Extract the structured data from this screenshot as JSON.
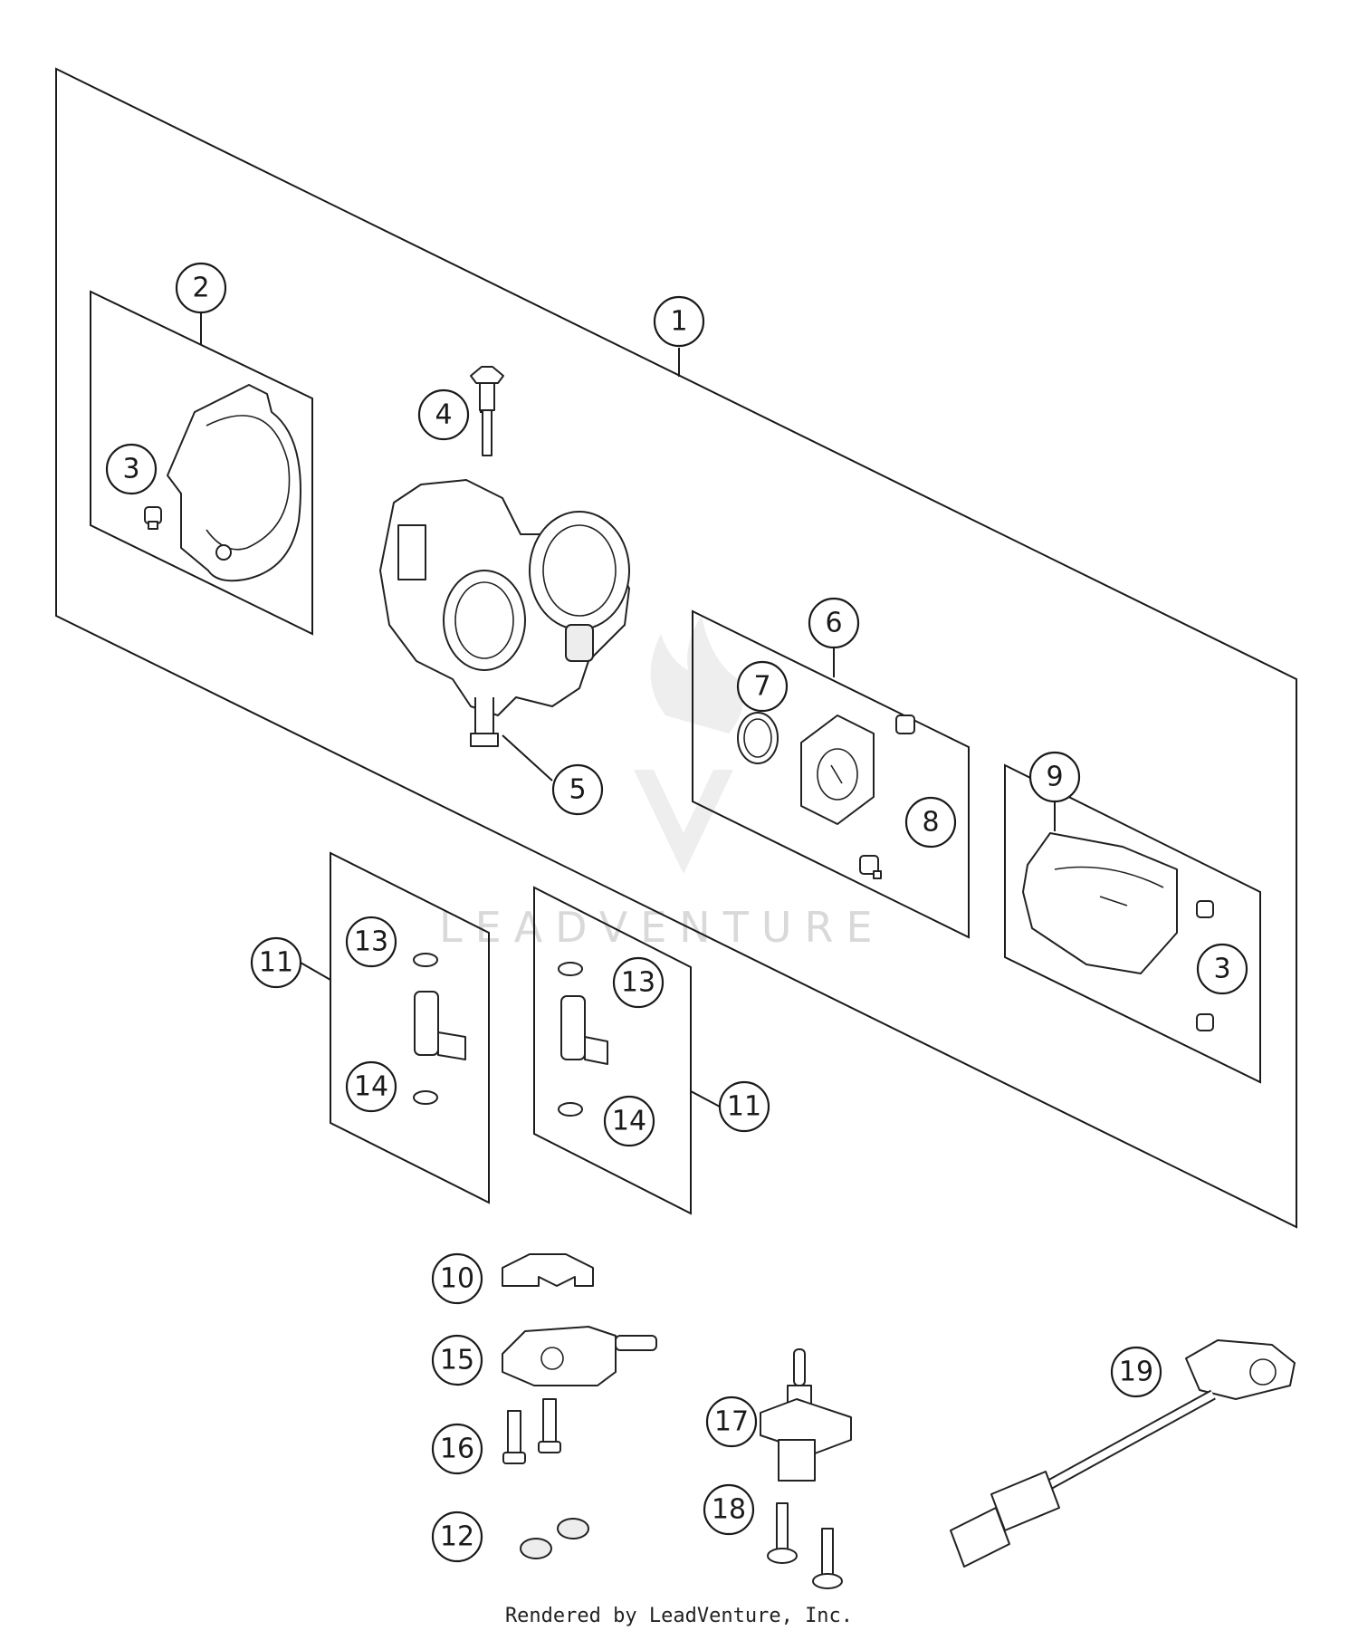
{
  "watermark": {
    "text": "LEADVENTURE"
  },
  "footer": {
    "text": "Rendered by LeadVenture, Inc."
  },
  "callouts": {
    "c1": "1",
    "c2": "2",
    "c3a": "3",
    "c3b": "3",
    "c4": "4",
    "c5": "5",
    "c6": "6",
    "c7": "7",
    "c8": "8",
    "c9": "9",
    "c10": "10",
    "c11a": "11",
    "c11b": "11",
    "c12": "12",
    "c13a": "13",
    "c13b": "13",
    "c14a": "14",
    "c14b": "14",
    "c15": "15",
    "c16": "16",
    "c17": "17",
    "c18": "18",
    "c19": "19"
  }
}
